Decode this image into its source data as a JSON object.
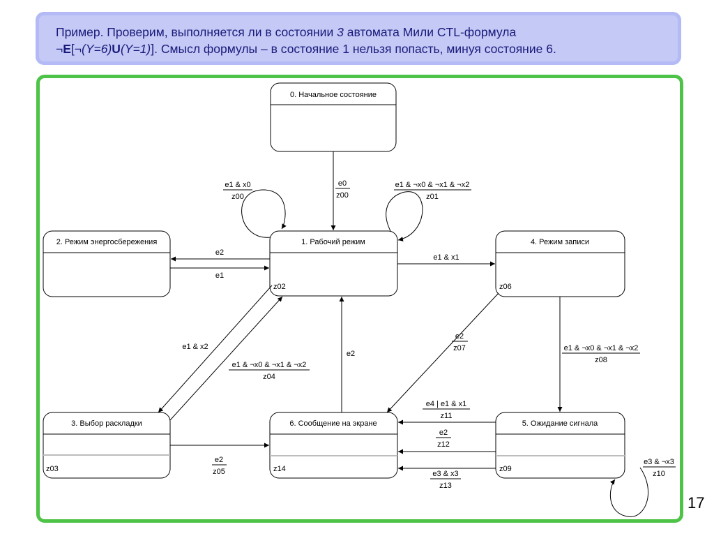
{
  "header": {
    "line1_start": "Пример. Проверим, выполняется ли в состоянии ",
    "line1_state": "3",
    "line1_end": " автомата Мили CTL-формула",
    "line2_not": "¬",
    "line2_E": "E",
    "line2_open": "[",
    "line2_inner1": "¬(Y=6)",
    "line2_U": "U",
    "line2_inner2": "(Y=1)",
    "line2_close": "]",
    "line2_rest": ". Смысл формулы – в состояние 1 нельзя попасть, минуя состояние 6."
  },
  "slide_number": "17",
  "states": {
    "s0": {
      "title": "0. Начальное состояние",
      "output": ""
    },
    "s1": {
      "title": "1. Рабочий режим",
      "output": "z02"
    },
    "s2": {
      "title": "2. Режим энергосбережения",
      "output": ""
    },
    "s3": {
      "title": "3. Выбор раскладки",
      "output": "z03"
    },
    "s4": {
      "title": "4. Режим записи",
      "output": "z06"
    },
    "s5": {
      "title": "5. Ожидание сигнала",
      "output": "z09"
    },
    "s6": {
      "title": "6. Сообщение на экране",
      "output": "z14"
    }
  },
  "transitions": {
    "loop1a": {
      "cond": "e1 & x0",
      "out": "z00"
    },
    "t01": {
      "cond": "e0",
      "out": "z00"
    },
    "loop1b": {
      "cond": "e1 & ¬x0 & ¬x1 & ¬x2",
      "out": "z01"
    },
    "t12": {
      "cond": "e2"
    },
    "t21": {
      "cond": "e1"
    },
    "t14": {
      "cond": "e1 & x1"
    },
    "t13": {
      "cond": "e1 & x2"
    },
    "t31": {
      "cond": "e1 & ¬x0 & ¬x1 & ¬x2",
      "out": "z04"
    },
    "t61": {
      "cond": "e2"
    },
    "t46": {
      "cond": "e2",
      "out": "z07"
    },
    "t45": {
      "cond": "e1 & ¬x0 & ¬x1 & ¬x2",
      "out": "z08"
    },
    "t36": {
      "cond": "e2",
      "out": "z05"
    },
    "t56a": {
      "cond": "e4 | e1 & x1",
      "out": "z11"
    },
    "t56b": {
      "cond": "e2",
      "out": "z12"
    },
    "t56c": {
      "cond": "e3 & x3",
      "out": "z13"
    },
    "loop5": {
      "cond": "e3 & ¬x3",
      "out": "z10"
    }
  }
}
